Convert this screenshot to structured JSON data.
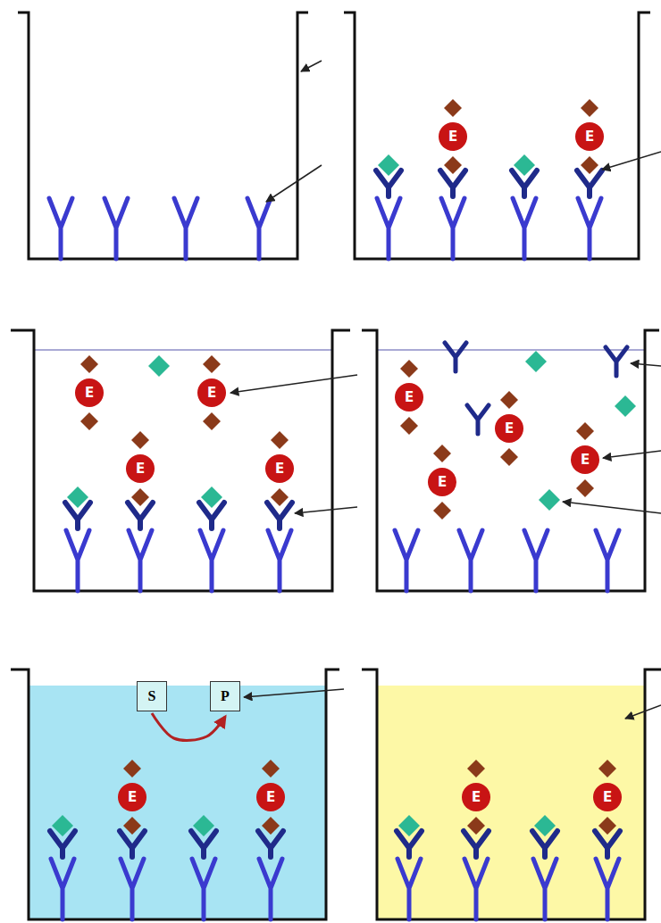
{
  "diagram": {
    "nodes": [
      {
        "text": [
          "E"
        ]
      },
      {
        "text": [
          "E"
        ]
      },
      {
        "text": [
          "E"
        ]
      },
      {
        "text": [
          "E"
        ]
      },
      {
        "text": [
          "E"
        ]
      },
      {
        "text": [
          "E"
        ]
      },
      {
        "text": [
          "E"
        ]
      },
      {
        "text": [
          "E"
        ]
      },
      {
        "text": [
          "E"
        ]
      },
      {
        "text": [
          "E"
        ]
      },
      {
        "text": [
          "S"
        ]
      },
      {
        "text": [
          "P"
        ]
      },
      {
        "text": [
          "E"
        ]
      },
      {
        "text": [
          "E"
        ]
      },
      {
        "text": [
          "E"
        ]
      },
      {
        "text": [
          "E"
        ]
      }
    ],
    "edges": [
      {
        "from": 10,
        "to": 11,
        "arrow": "to"
      }
    ]
  }
}
